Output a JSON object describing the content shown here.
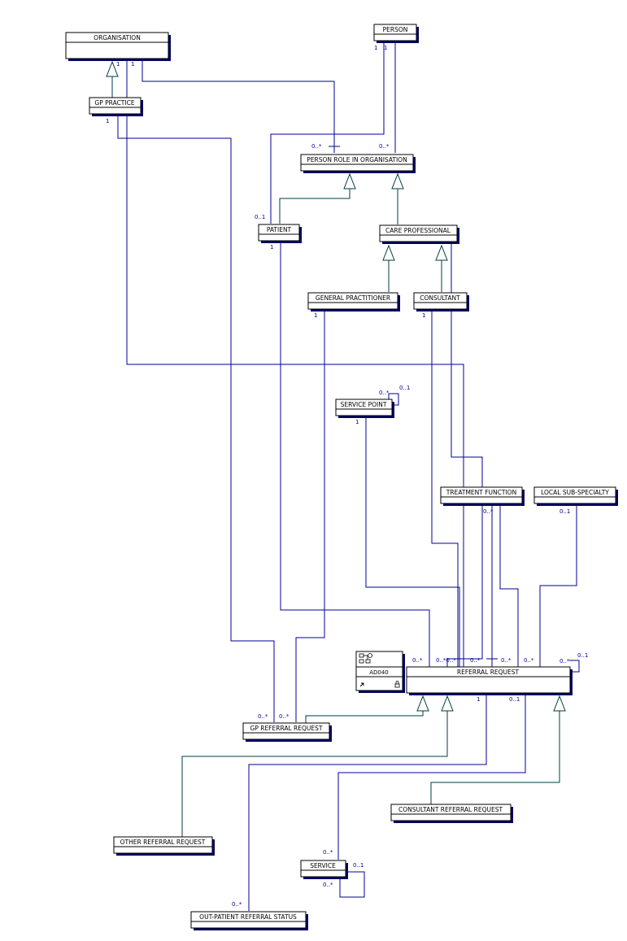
{
  "entities": {
    "organisation": "ORGANISATION",
    "person": "PERSON",
    "gp_practice": "GP PRACTICE",
    "person_role": "PERSON ROLE IN ORGANISATION",
    "patient": "PATIENT",
    "care_professional": "CARE PROFESSIONAL",
    "general_practitioner": "GENERAL PRACTITIONER",
    "consultant": "CONSULTANT",
    "service_point": "SERVICE POINT",
    "treatment_function": "TREATMENT FUNCTION",
    "local_sub_specialty": "LOCAL SUB-SPECIALTY",
    "referral_request": "REFERRAL REQUEST",
    "gp_referral_request": "GP REFERRAL REQUEST",
    "consultant_referral_request": "CONSULTANT REFERRAL REQUEST",
    "other_referral_request": "OTHER REFERRAL REQUEST",
    "service": "SERVICE",
    "out_patient_referral_status": "OUT-PATIENT REFERRAL STATUS"
  },
  "badge": {
    "code": "AD040"
  },
  "multiplicity": {
    "one": "1",
    "zero_one": "0..1",
    "zero_many": "0..*",
    "rr_overlap": "0..*0..*"
  },
  "colors": {
    "association": "#00009a",
    "generalisation": "#003c3c",
    "shadow": "#000066"
  }
}
